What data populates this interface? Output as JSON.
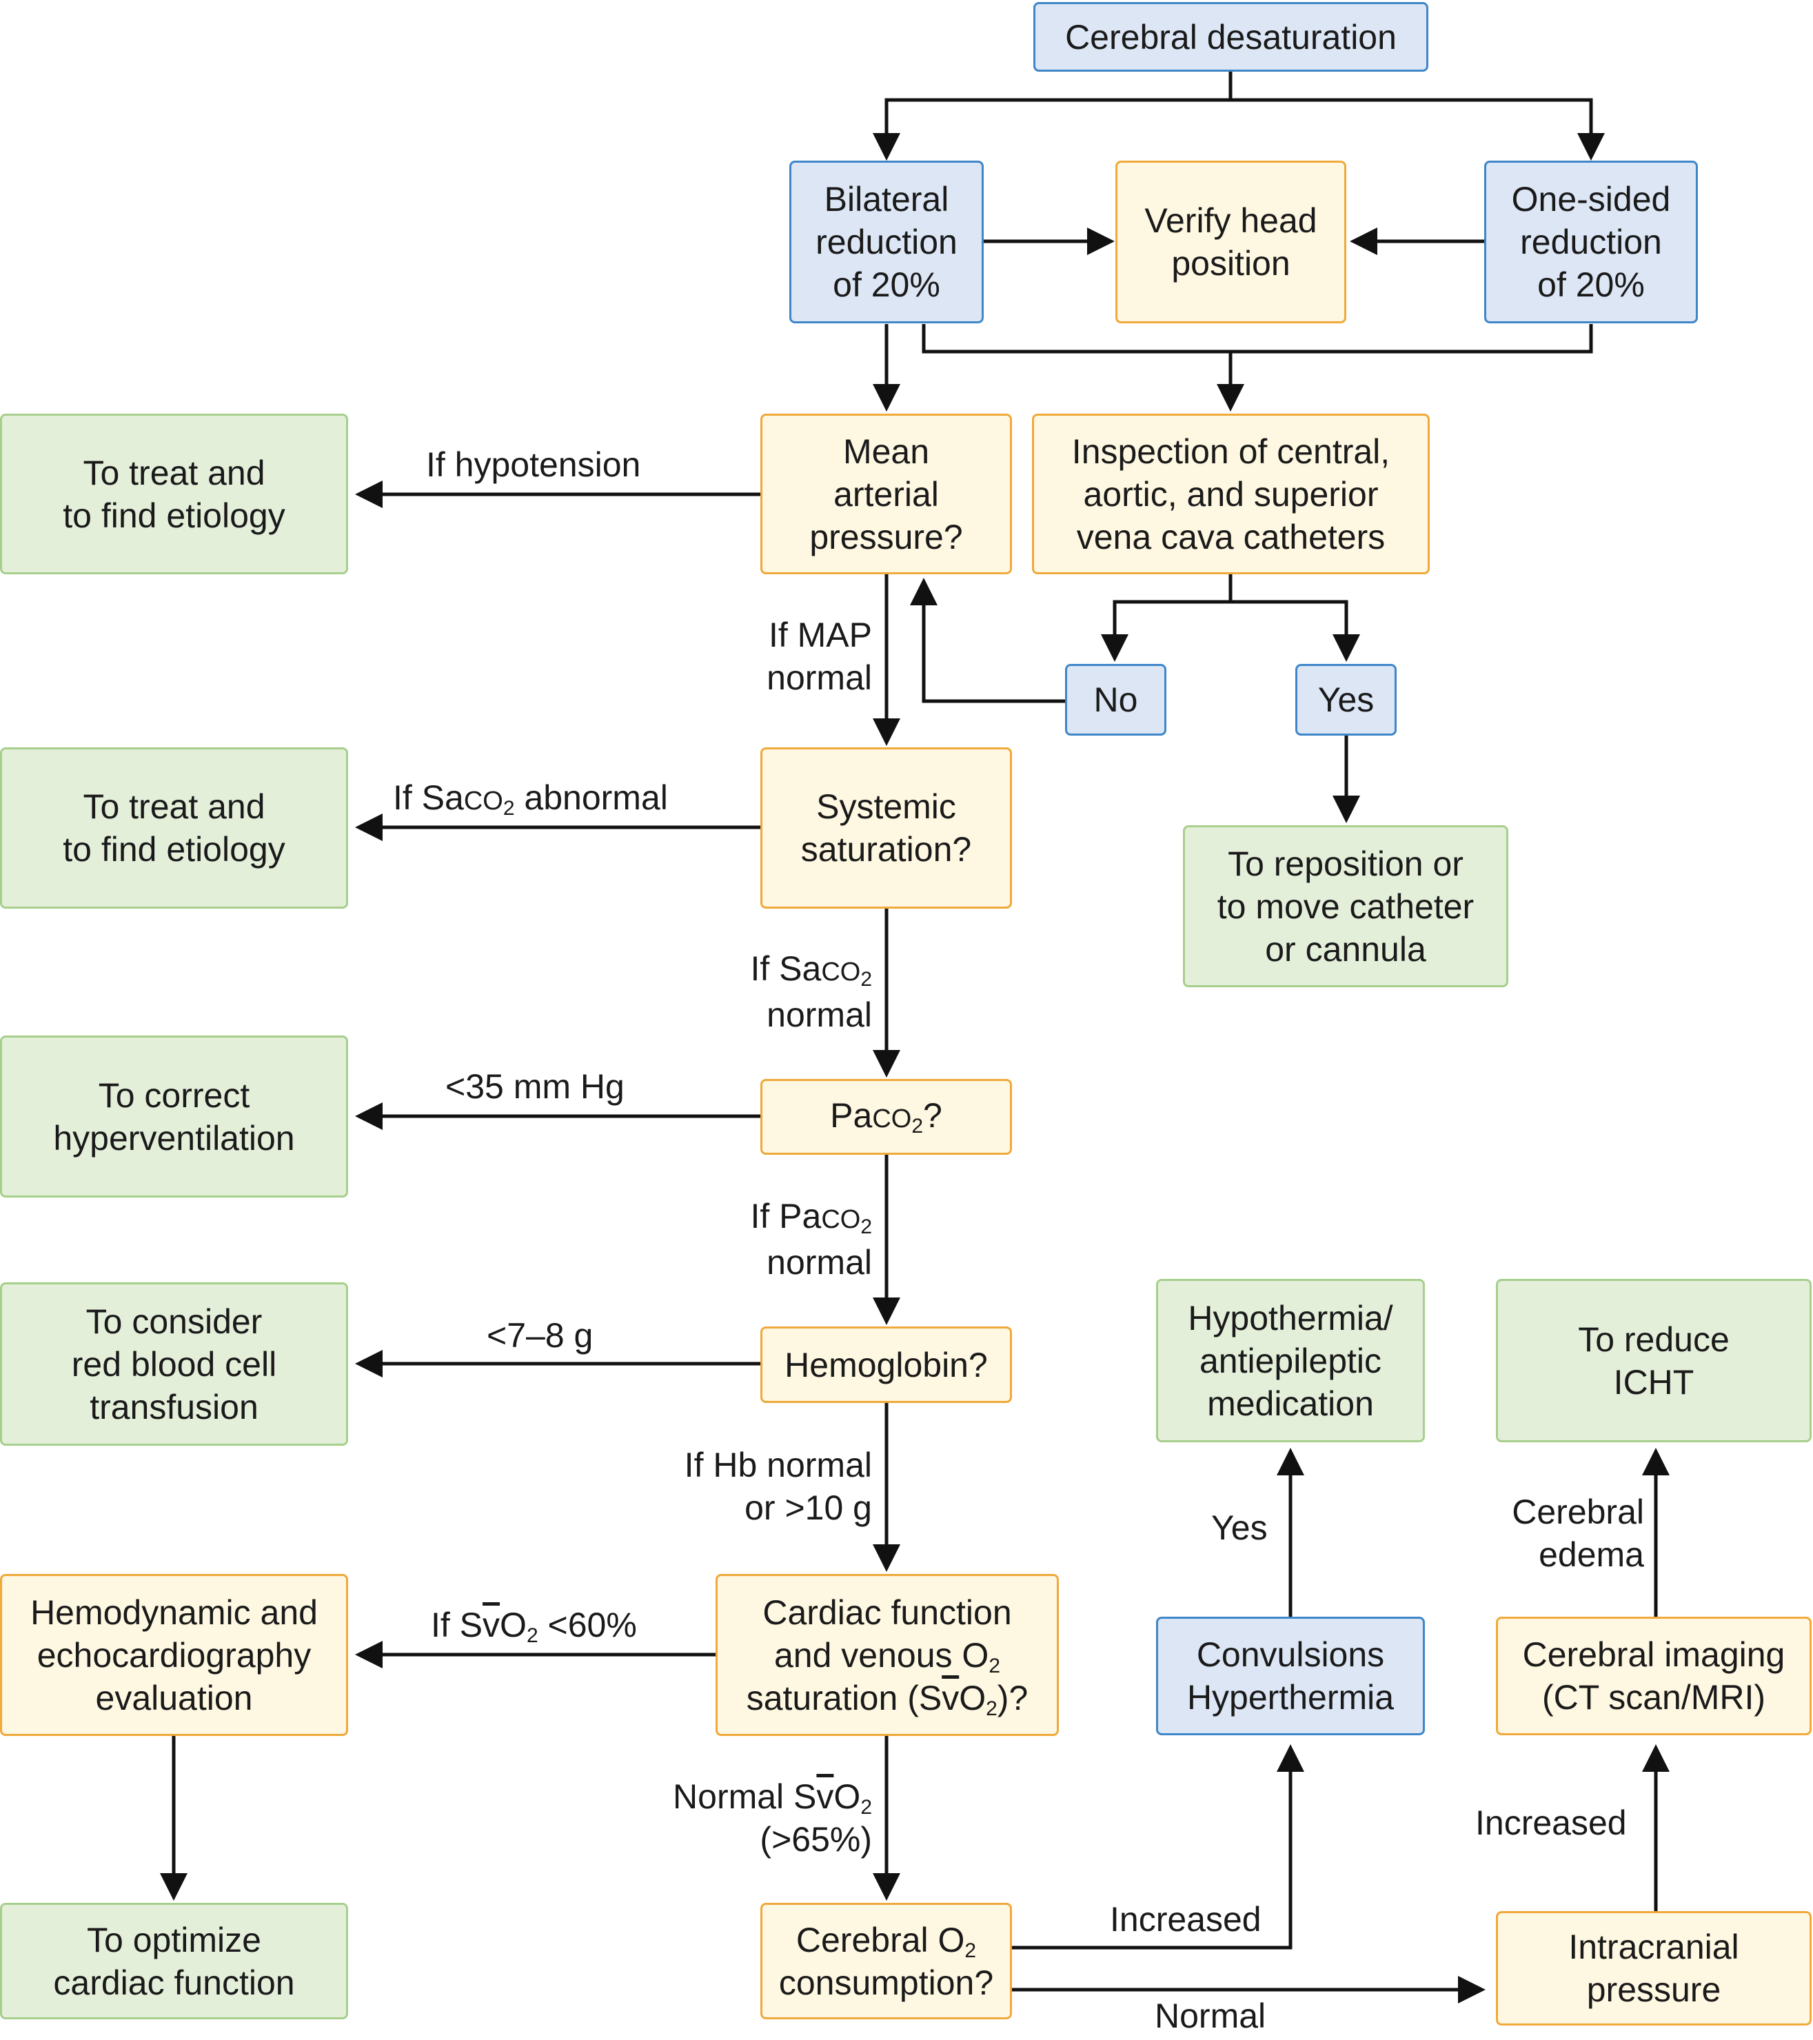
{
  "colors": {
    "decision_box": "#dce6f5",
    "question_box": "#fef7e1",
    "action_box": "#e4efda",
    "arrow": "#111111"
  },
  "nodes": {
    "cerebral_desaturation": "Cerebral desaturation",
    "bilateral": [
      "Bilateral",
      "reduction",
      "of 20%"
    ],
    "verify_head": [
      "Verify head",
      "position"
    ],
    "one_sided": [
      "One-sided",
      "reduction",
      "of 20%"
    ],
    "map_question": [
      "Mean",
      "arterial",
      "pressure?"
    ],
    "inspection": [
      "Inspection of central,",
      "aortic, and superior",
      "vena cava catheters"
    ],
    "treat_etiology_1": [
      "To treat and",
      "to find etiology"
    ],
    "no": "No",
    "yes": "Yes",
    "reposition": [
      "To reposition or",
      "to move catheter",
      "or cannula"
    ],
    "systemic_saturation": [
      "Systemic",
      "saturation?"
    ],
    "treat_etiology_2": [
      "To treat and",
      "to find etiology"
    ],
    "paco2_question": {
      "prefix": "Pa",
      "co": "CO",
      "sub": "2",
      "suffix": "?"
    },
    "correct_hyperventilation": [
      "To correct",
      "hyperventilation"
    ],
    "hemoglobin": "Hemoglobin?",
    "rbc_transfusion": [
      "To consider",
      "red blood cell",
      "transfusion"
    ],
    "cardiac_function": {
      "line1": "Cardiac function",
      "line2_pre": "and venous O",
      "line2_sub": "2",
      "line3_pre": "saturation (S",
      "line3_v": "v",
      "line3_mid": "O",
      "line3_sub": "2",
      "line3_post": ")?"
    },
    "hemodynamic_eval": [
      "Hemodynamic and",
      "echocardiography",
      "evaluation"
    ],
    "optimize_cardiac": [
      "To optimize",
      "cardiac function"
    ],
    "cerebral_o2": {
      "line1_pre": "Cerebral O",
      "line1_sub": "2",
      "line2": "consumption?"
    },
    "convulsions": [
      "Convulsions",
      "Hyperthermia"
    ],
    "hypothermia": [
      "Hypothermia/",
      "antiepileptic",
      "medication"
    ],
    "intracranial": [
      "Intracranial",
      "pressure"
    ],
    "cerebral_imaging": [
      "Cerebral imaging",
      "(CT scan/MRI)"
    ],
    "reduce_icht": [
      "To reduce",
      "ICHT"
    ]
  },
  "edge_labels": {
    "if_hypotension": "If hypotension",
    "if_map_normal": [
      "If MAP",
      "normal"
    ],
    "if_saco2_abnormal": {
      "prefix": "If Sa",
      "co": "CO",
      "sub": "2",
      "suffix": " abnormal"
    },
    "if_saco2_normal": {
      "line1_pre": "If Sa",
      "co": "CO",
      "sub": "2",
      "line2": "normal"
    },
    "lt35": "<35 mm Hg",
    "if_paco2_normal": {
      "line1_pre": "If Pa",
      "co": "CO",
      "sub": "2",
      "line2": "normal"
    },
    "lt7_8g": "<7–8 g",
    "if_hb_normal": [
      "If Hb normal",
      "or >10 g"
    ],
    "if_svo2_lt60": {
      "pre": "If S",
      "v": "v",
      "mid": "O",
      "sub": "2",
      "post": " <60%"
    },
    "normal_svo2": {
      "pre": "Normal S",
      "v": "v",
      "mid": "O",
      "sub": "2",
      "line2": "(>65%)"
    },
    "increased_1": "Increased",
    "normal_2": "Normal",
    "yes_2": "Yes",
    "increased_2": "Increased",
    "cerebral_edema": [
      "Cerebral",
      "edema"
    ]
  }
}
